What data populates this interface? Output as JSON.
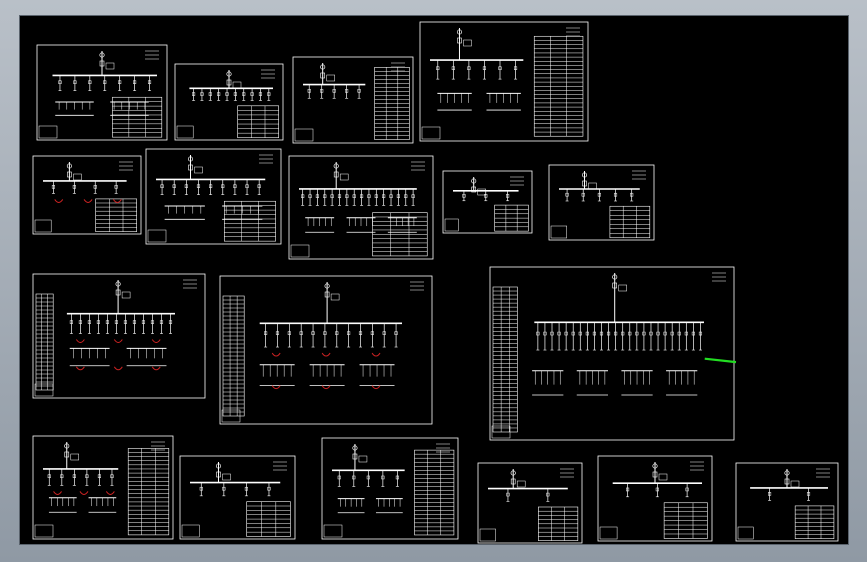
{
  "app": {
    "description_hidden": "",
    "background_color": "#000000",
    "line_color": "#ffffff",
    "highlight_red": "#cc2222",
    "highlight_green": "#22dd22"
  },
  "sheets": [
    {
      "id": "s1",
      "trunk": "mid",
      "feeders": 7,
      "table": "bottom-right",
      "red": 0
    },
    {
      "id": "s2",
      "trunk": "mid",
      "feeders": 10,
      "table": "bottom-right",
      "red": 0
    },
    {
      "id": "s3",
      "trunk": "left",
      "feeders": 5,
      "table": "right",
      "red": 0
    },
    {
      "id": "s4",
      "trunk": "left",
      "feeders": 6,
      "table": "right",
      "red": 0
    },
    {
      "id": "s5",
      "trunk": "left",
      "feeders": 4,
      "table": "bottom-right",
      "red": 3
    },
    {
      "id": "s6",
      "trunk": "left",
      "feeders": 9,
      "table": "bottom-right",
      "red": 0
    },
    {
      "id": "s7",
      "trunk": "left",
      "feeders": 16,
      "table": "bottom-right",
      "red": 0
    },
    {
      "id": "s8",
      "trunk": "left",
      "feeders": 3,
      "table": "bottom-right",
      "red": 0
    },
    {
      "id": "s9",
      "trunk": "left",
      "feeders": 5,
      "table": "bottom-right",
      "red": 0
    },
    {
      "id": "s10",
      "trunk": "mid",
      "feeders": 12,
      "table": "left",
      "red": 6
    },
    {
      "id": "s11",
      "trunk": "mid",
      "feeders": 12,
      "table": "left",
      "red": 6
    },
    {
      "id": "s12",
      "trunk": "mid",
      "feeders": 24,
      "table": "left",
      "red": 0,
      "green": 1
    },
    {
      "id": "s13",
      "trunk": "left",
      "feeders": 6,
      "table": "right",
      "red": 3
    },
    {
      "id": "s14",
      "trunk": "left",
      "feeders": 4,
      "table": "bottom-right",
      "red": 0
    },
    {
      "id": "s15",
      "trunk": "left",
      "feeders": 5,
      "table": "right",
      "red": 0
    },
    {
      "id": "s16",
      "trunk": "left",
      "feeders": 2,
      "table": "bottom-right",
      "red": 0
    },
    {
      "id": "s17",
      "trunk": "mid",
      "feeders": 3,
      "table": "bottom-right",
      "red": 0
    },
    {
      "id": "s18",
      "trunk": "mid",
      "feeders": 2,
      "table": "bottom-right",
      "red": 0
    }
  ]
}
